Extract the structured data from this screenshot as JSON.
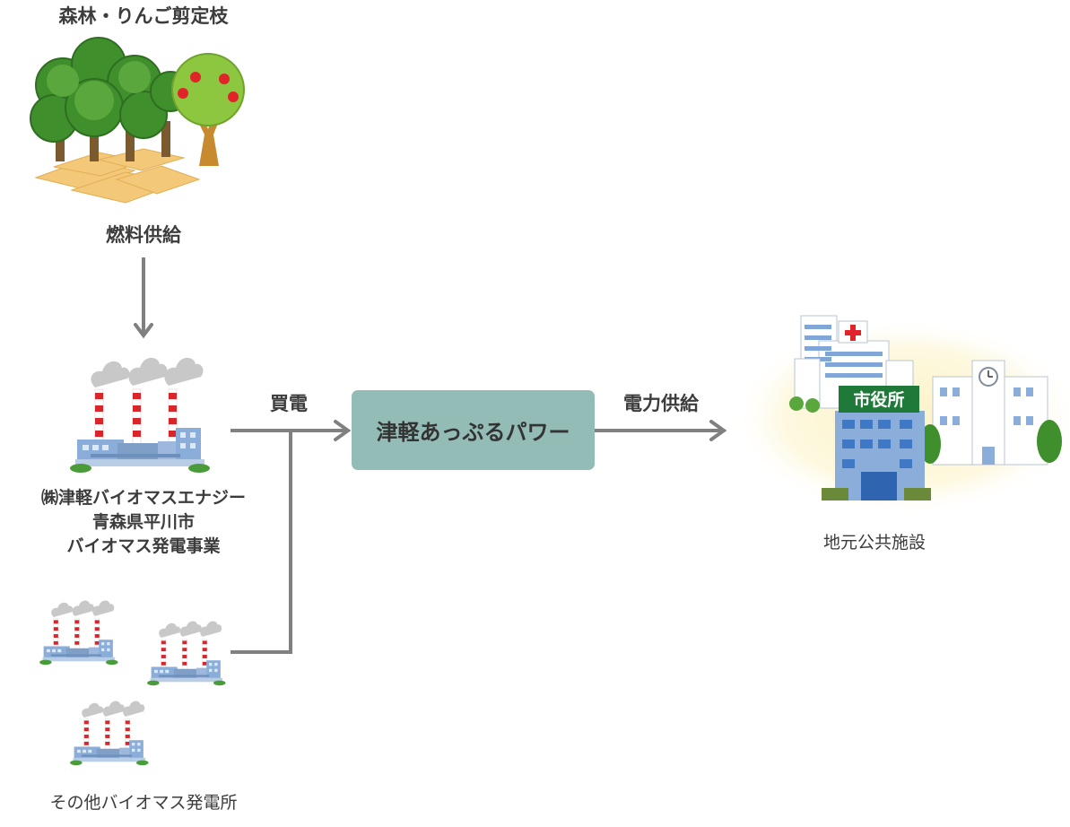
{
  "labels": {
    "forest": "森林・りんご剪定枝",
    "fuel_supply": "燃料供給",
    "company_line1": "㈱津軽バイオマスエナジー",
    "company_line2": "青森県平川市",
    "company_line3": "バイオマス発電事業",
    "other_plants": "その他バイオマス発電所",
    "buy_power": "買電",
    "power_supply": "電力供給",
    "tsugaru": "津軽あっぷるパワー",
    "public_facilities": "地元公共施設",
    "city_hall_sign": "市役所"
  },
  "icons": {
    "forest": "forest-illustration",
    "plant": "power-plant-illustration",
    "facilities": "public-facilities-illustration"
  },
  "colors": {
    "arrow": "#808080",
    "box": "#93bcb7",
    "tree_dark": "#3f8f2c",
    "chimney_red": "#d9262b",
    "building_blue": "#8aaed9",
    "sign_green": "#1f7a3a"
  }
}
